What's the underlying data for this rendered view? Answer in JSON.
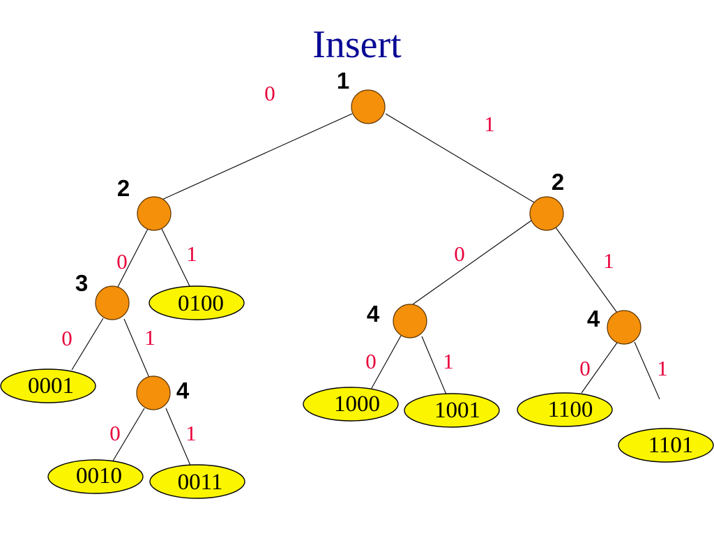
{
  "title": "Insert",
  "colors": {
    "title": "#0a0a96",
    "node_fill": "#f5900a",
    "leaf_fill": "#fbf500",
    "bit_label": "#e8003a",
    "edge": "#000000"
  },
  "nodes": {
    "root": {
      "level": "1"
    },
    "n0": {
      "level": "2"
    },
    "n1": {
      "level": "2"
    },
    "n00": {
      "level": "3"
    },
    "n001": {
      "level": "4"
    },
    "n10": {
      "level": "4"
    },
    "n11": {
      "level": "4"
    }
  },
  "leaves": {
    "l0001": "0001",
    "l0010": "0010",
    "l0011": "0011",
    "l0100": "0100",
    "l1000": "1000",
    "l1001": "1001",
    "l1100": "1100",
    "l1101": "1101"
  },
  "edge_labels": {
    "root_left": "0",
    "root_right": "1",
    "n0_left": "0",
    "n0_right": "1",
    "n00_left": "0",
    "n00_right": "1",
    "n001_left": "0",
    "n001_right": "1",
    "n1_left": "0",
    "n1_right": "1",
    "n10_left": "0",
    "n10_right": "1",
    "n11_left": "0",
    "n11_right": "1"
  }
}
